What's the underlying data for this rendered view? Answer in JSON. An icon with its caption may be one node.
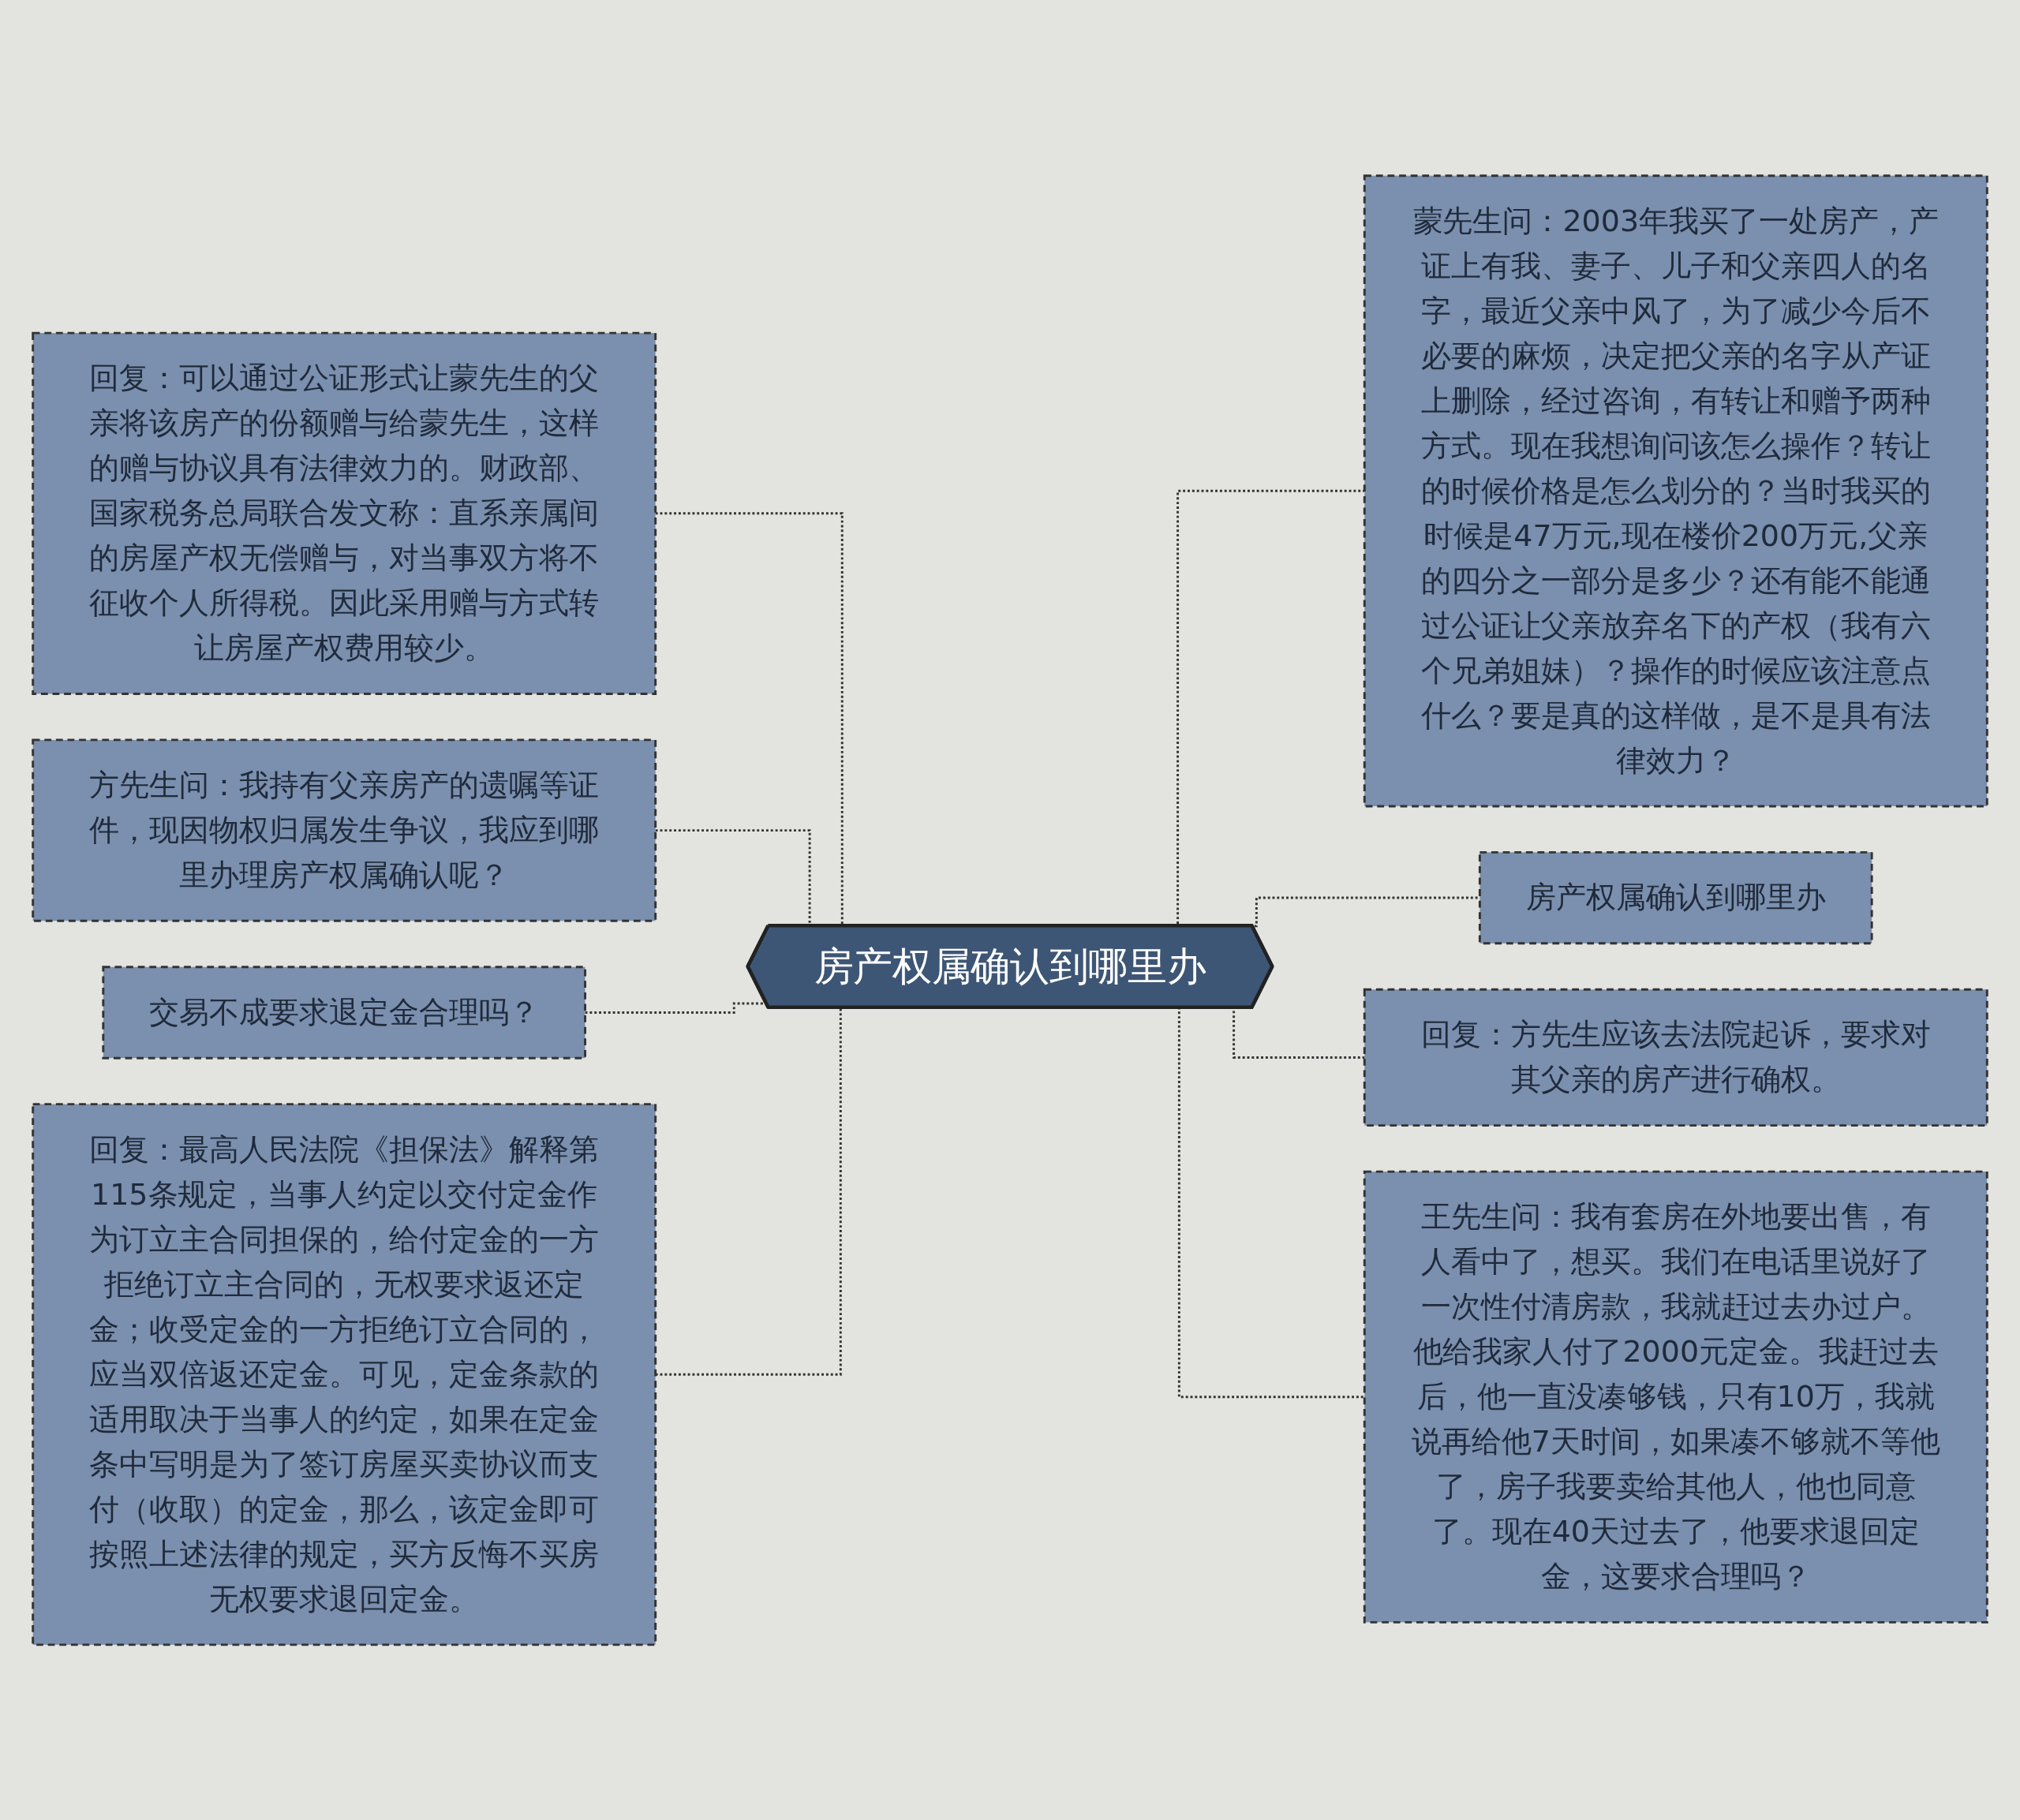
{
  "diagram": {
    "nodes": [
      {
        "text": [
          "房产权属确认到哪里办"
        ]
      },
      {
        "text": [
          "回复：可以通过公证形式让蒙先生的父亲将该房产的份额赠与给蒙先生，这样的赠与协议具有法律效力的。财政部、国家税务总局联合发文称：直系亲属间的房屋产权无偿赠与，对当事双方将不征收个人所得税。因此采用赠与方式转让房屋产权费用较少。"
        ]
      },
      {
        "text": [
          "方先生问：我持有父亲房产的遗嘱等证件，现因物权归属发生争议，我应到哪里办理房产权属确认呢？"
        ]
      },
      {
        "text": [
          "交易不成要求退定金合理吗？"
        ]
      },
      {
        "text": [
          "回复：最高人民法院《担保法》解释第115条规定，当事人约定以交付定金作为订立主合同担保的，给付定金的一方拒绝订立主合同的，无权要求返还定金；收受定金的一方拒绝订立合同的，应当双倍返还定金。可见，定金条款的适用取决于当事人的约定，如果在定金条中写明是为了签订房屋买卖协议而支付（收取）的定金，那么，该定金即可按照上述法律的规定，买方反悔不买房无权要求退回定金。"
        ]
      },
      {
        "text": [
          "蒙先生问：2003年我买了一处房产，产证上有我、妻子、儿子和父亲四人的名字，最近父亲中风了，为了减少今后不必要的麻烦，决定把父亲的名字从产证上删除，经过咨询，有转让和赠予两种方式。现在我想询问该怎么操作？转让的时候价格是怎么划分的？当时我买的时候是47万元,现在楼价200万元,父亲的四分之一部分是多少？还有能不能通过公证让父亲放弃名下的产权（我有六个兄弟姐妹）？操作的时候应该注意点什么？要是真的这样做，是不是具有法律效力？"
        ]
      },
      {
        "text": [
          "房产权属确认到哪里办"
        ]
      },
      {
        "text": [
          "回复：方先生应该去法院起诉，要求对其父亲的房产进行确权。"
        ]
      },
      {
        "text": [
          "王先生问：我有套房在外地要出售，有人看中了，想买。我们在电话里说好了一次性付清房款，我就赶过去办过户。他给我家人付了2000元定金。我赶过去后，他一直没凑够钱，只有10万，我就说再给他7天时间，如果凑不够就不等他了，房子我要卖给其他人，他也同意了。现在40天过去了，他要求退回定金，这要求合理吗？"
        ]
      }
    ],
    "edges": [
      {
        "from": 1,
        "to": 0,
        "arrow": "none",
        "style": "dashed"
      },
      {
        "from": 2,
        "to": 0,
        "arrow": "none",
        "style": "dashed"
      },
      {
        "from": 3,
        "to": 0,
        "arrow": "none",
        "style": "dashed"
      },
      {
        "from": 4,
        "to": 0,
        "arrow": "none",
        "style": "dashed"
      },
      {
        "from": 0,
        "to": 5,
        "arrow": "none",
        "style": "dashed"
      },
      {
        "from": 0,
        "to": 6,
        "arrow": "none",
        "style": "dashed"
      },
      {
        "from": 0,
        "to": 7,
        "arrow": "none",
        "style": "dashed"
      },
      {
        "from": 0,
        "to": 8,
        "arrow": "none",
        "style": "dashed"
      }
    ]
  }
}
